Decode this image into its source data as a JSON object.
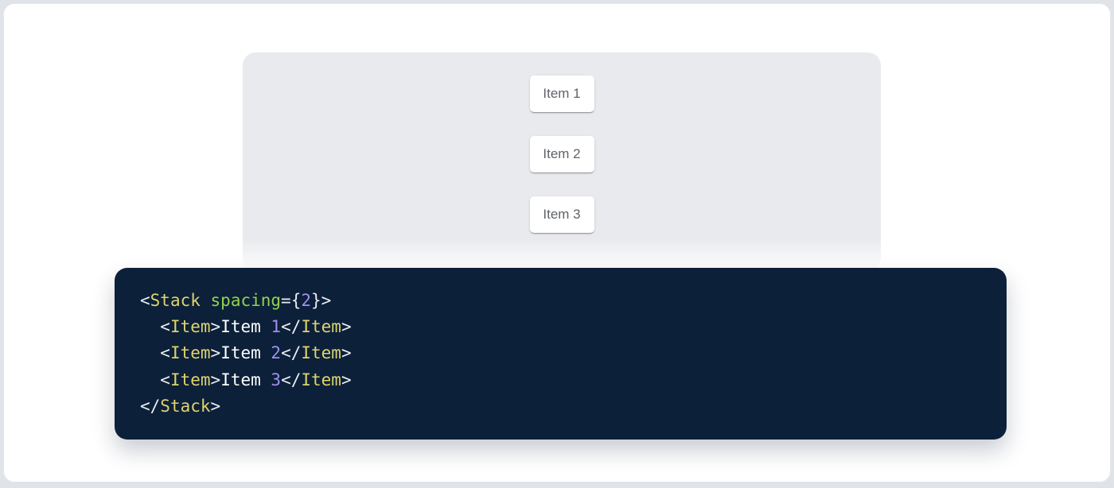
{
  "page": {
    "background": "#e0e3e8",
    "card_background": "#ffffff",
    "card_border": "#e4e7ec"
  },
  "demo": {
    "panel_background": "#e8eaee",
    "item_text_color": "#5f6368",
    "items": [
      {
        "label": "Item 1"
      },
      {
        "label": "Item 2"
      },
      {
        "label": "Item 3"
      }
    ]
  },
  "code": {
    "background": "#0c2039",
    "colors": {
      "tag": "#dfd36d",
      "attr": "#92d14f",
      "number": "#a18ff2",
      "punctuation": "#e9edf2",
      "plain": "#ffffff"
    },
    "raw": "<Stack spacing={2}>\n  <Item>Item 1</Item>\n  <Item>Item 2</Item>\n  <Item>Item 3</Item>\n</Stack>",
    "lines": [
      [
        {
          "c": "punctuation",
          "t": "<"
        },
        {
          "c": "tag",
          "t": "Stack"
        },
        {
          "c": "plain",
          "t": " "
        },
        {
          "c": "attr",
          "t": "spacing"
        },
        {
          "c": "punctuation",
          "t": "="
        },
        {
          "c": "punctuation",
          "t": "{"
        },
        {
          "c": "number",
          "t": "2"
        },
        {
          "c": "punctuation",
          "t": "}"
        },
        {
          "c": "punctuation",
          "t": ">"
        }
      ],
      [
        {
          "c": "plain",
          "t": "  "
        },
        {
          "c": "punctuation",
          "t": "<"
        },
        {
          "c": "tag",
          "t": "Item"
        },
        {
          "c": "punctuation",
          "t": ">"
        },
        {
          "c": "plain",
          "t": "Item "
        },
        {
          "c": "number",
          "t": "1"
        },
        {
          "c": "punctuation",
          "t": "</"
        },
        {
          "c": "tag",
          "t": "Item"
        },
        {
          "c": "punctuation",
          "t": ">"
        }
      ],
      [
        {
          "c": "plain",
          "t": "  "
        },
        {
          "c": "punctuation",
          "t": "<"
        },
        {
          "c": "tag",
          "t": "Item"
        },
        {
          "c": "punctuation",
          "t": ">"
        },
        {
          "c": "plain",
          "t": "Item "
        },
        {
          "c": "number",
          "t": "2"
        },
        {
          "c": "punctuation",
          "t": "</"
        },
        {
          "c": "tag",
          "t": "Item"
        },
        {
          "c": "punctuation",
          "t": ">"
        }
      ],
      [
        {
          "c": "plain",
          "t": "  "
        },
        {
          "c": "punctuation",
          "t": "<"
        },
        {
          "c": "tag",
          "t": "Item"
        },
        {
          "c": "punctuation",
          "t": ">"
        },
        {
          "c": "plain",
          "t": "Item "
        },
        {
          "c": "number",
          "t": "3"
        },
        {
          "c": "punctuation",
          "t": "</"
        },
        {
          "c": "tag",
          "t": "Item"
        },
        {
          "c": "punctuation",
          "t": ">"
        }
      ],
      [
        {
          "c": "punctuation",
          "t": "</"
        },
        {
          "c": "tag",
          "t": "Stack"
        },
        {
          "c": "punctuation",
          "t": ">"
        }
      ]
    ]
  }
}
